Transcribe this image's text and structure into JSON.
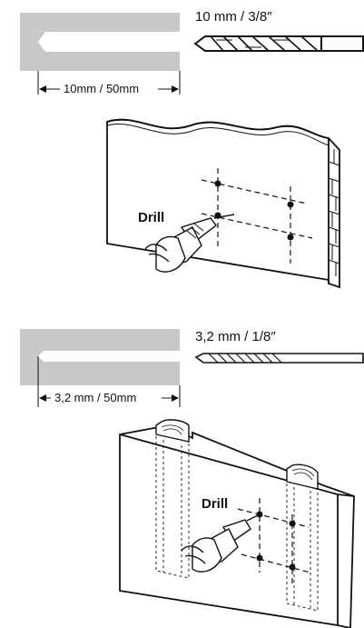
{
  "section1": {
    "bit_size": "10 mm / 3/8″",
    "depth": "10mm / 50mm",
    "action": "Drill"
  },
  "section2": {
    "bit_size": "3,2 mm / 1/8″",
    "depth": "3,2 mm / 50mm",
    "action": "Drill"
  },
  "colors": {
    "material_fill": "#c8c8c8",
    "line": "#111111"
  }
}
